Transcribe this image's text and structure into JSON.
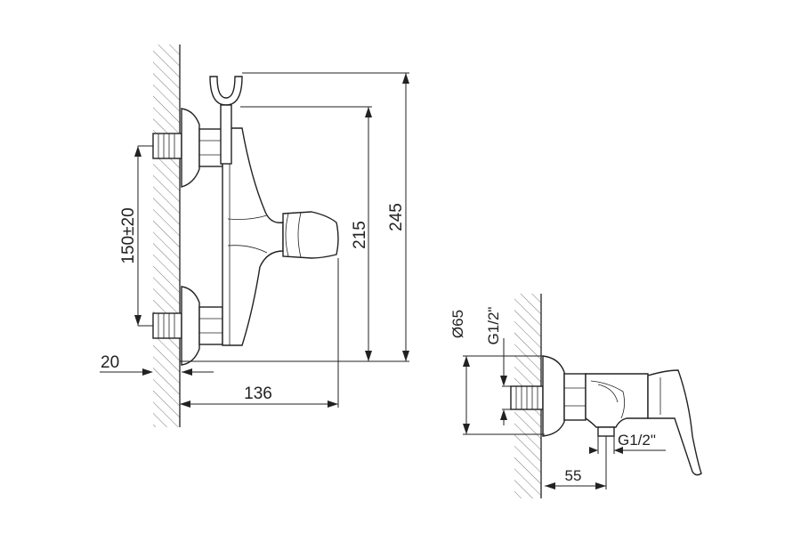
{
  "side_view": {
    "dimensions": {
      "spacing": "150±20",
      "height_inner": "215",
      "height_total": "245",
      "offset": "20",
      "depth": "136"
    }
  },
  "front_view": {
    "dimensions": {
      "flange_diameter": "Ø65",
      "inlet_thread": "G1/2\"",
      "outlet_thread": "G1/2\"",
      "outlet_offset": "55"
    }
  }
}
